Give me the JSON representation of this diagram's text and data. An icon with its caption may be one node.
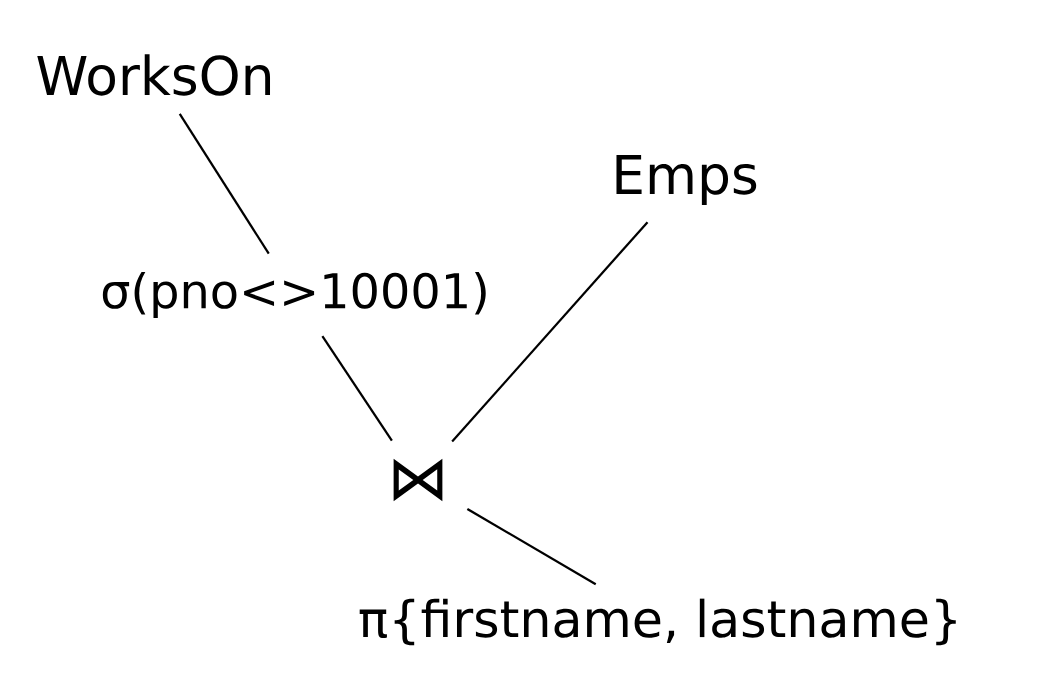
{
  "diagram": {
    "nodes": [
      {
        "text": [
          "WorksOn"
        ]
      },
      {
        "text": [
          "σ(pno<>10001)"
        ]
      },
      {
        "text": [
          "Emps"
        ]
      },
      {
        "text": [
          "⋈"
        ]
      },
      {
        "text": [
          "π{firstname, lastname}"
        ]
      }
    ],
    "edges": [
      {
        "from": 0,
        "to": 1,
        "arrow": "none"
      },
      {
        "from": 1,
        "to": 3,
        "arrow": "none"
      },
      {
        "from": 2,
        "to": 3,
        "arrow": "none"
      },
      {
        "from": 3,
        "to": 4,
        "arrow": "none"
      }
    ]
  }
}
